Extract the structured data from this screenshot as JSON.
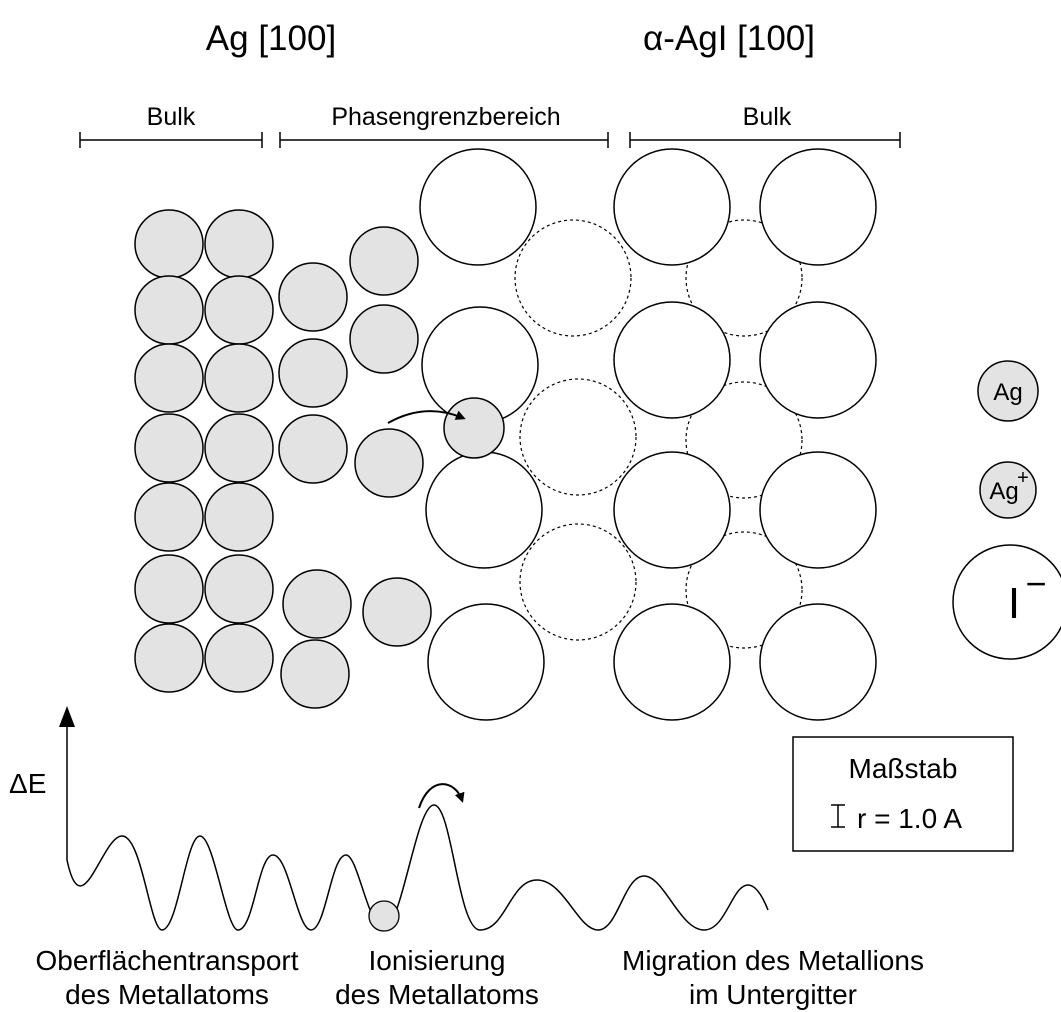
{
  "titles": {
    "left": "Ag [100]",
    "right": "α-AgI [100]"
  },
  "regions": {
    "left": "Bulk",
    "middle": "Phasengrenzbereich",
    "right": "Bulk"
  },
  "legend": {
    "ag_atom": "Ag",
    "ag_ion": "Ag",
    "ag_ion_charge": "+",
    "iodide": "I",
    "iodide_charge": "−"
  },
  "scale_box": {
    "title": "Maßstab",
    "value": "r = 1.0 A"
  },
  "energy_axis": {
    "label": "ΔE"
  },
  "steps": [
    {
      "line1": "Oberflächentransport",
      "line2": "des Metallatoms"
    },
    {
      "line1": "Ionisierung",
      "line2": "des Metallatoms"
    },
    {
      "line1": "Migration des Metallions",
      "line2": "im Untergitter"
    }
  ],
  "colors": {
    "atom_fill": "#e3e3e3",
    "iodide_fill": "#ffffff",
    "stroke": "#000000"
  }
}
